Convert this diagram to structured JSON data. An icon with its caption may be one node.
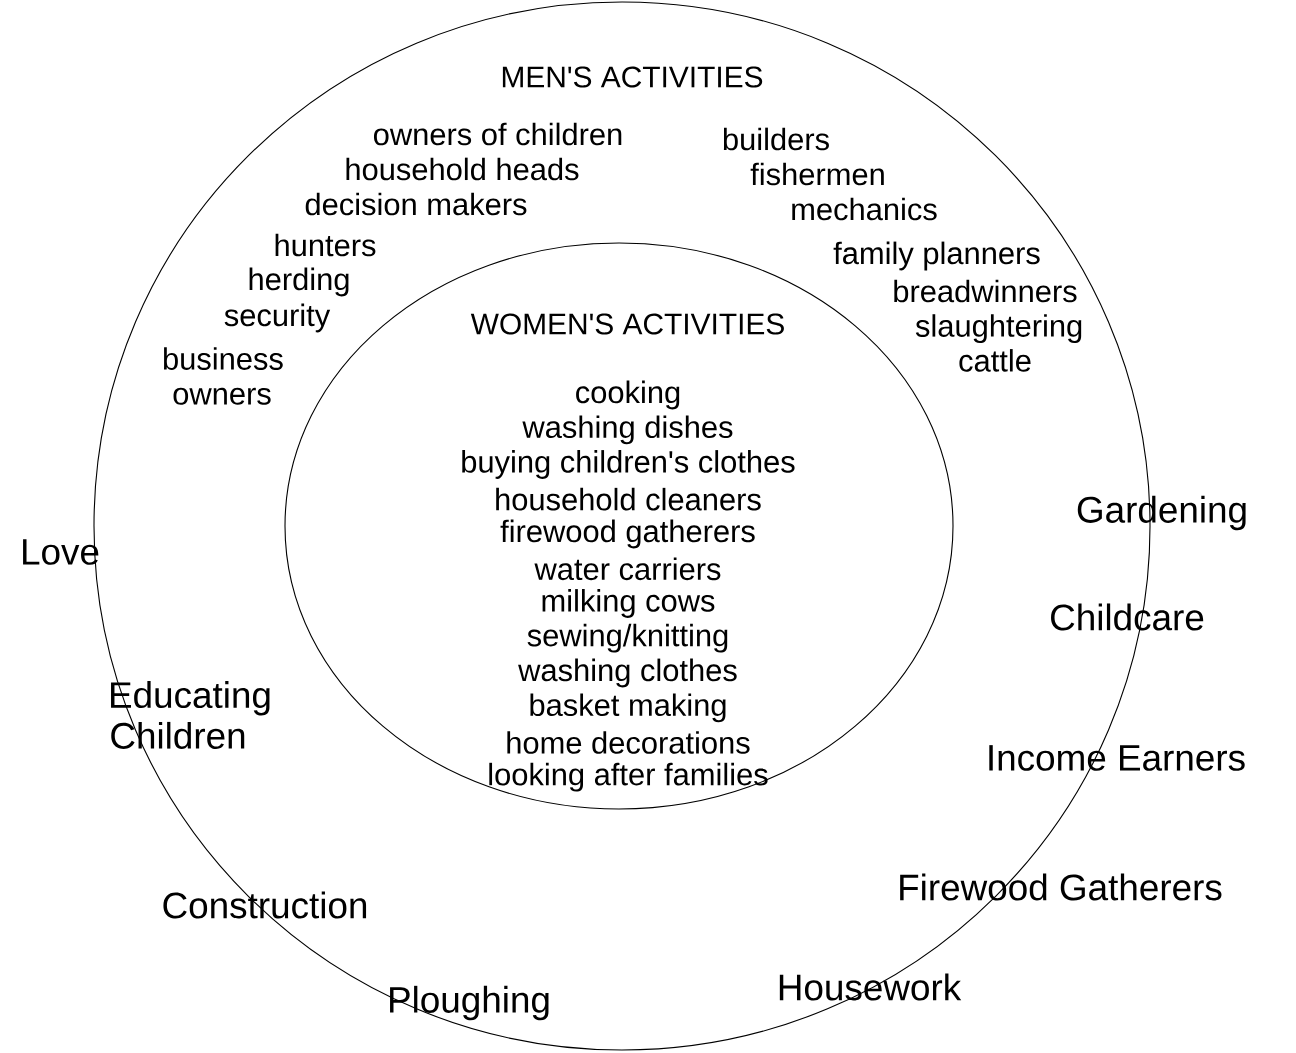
{
  "diagram": {
    "nodes": [
      {
        "text": [
          "MEN'S ACTIVITIES",
          "owners of children",
          "household heads",
          "decision makers",
          "hunters",
          "herding",
          "security",
          "business owners",
          "builders",
          "fishermen",
          "mechanics",
          "family planners",
          "breadwinners",
          "slaughtering cattle"
        ]
      },
      {
        "text": [
          "WOMEN'S ACTIVITIES",
          "cooking",
          "washing dishes",
          "buying children's clothes",
          "household cleaners",
          "firewood gatherers",
          "water carriers",
          "milking cows",
          "sewing/knitting",
          "washing clothes",
          "basket making",
          "home decorations",
          "looking after families"
        ],
        "in": 0
      }
    ],
    "labels": [
      "Gardening",
      "Love",
      "Childcare",
      "Educating Children",
      "Income Earners",
      "Firewood Gatherers",
      "Construction",
      "Housework",
      "Ploughing"
    ]
  }
}
